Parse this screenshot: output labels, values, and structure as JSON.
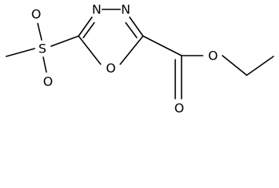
{
  "molecule": {
    "atoms": {
      "s": "S",
      "o_sulfonyl_top": "O",
      "o_sulfonyl_bottom": "O",
      "n_left": "N",
      "n_right": "N",
      "o_ring": "O",
      "o_carbonyl": "O",
      "o_ester": "O"
    }
  }
}
